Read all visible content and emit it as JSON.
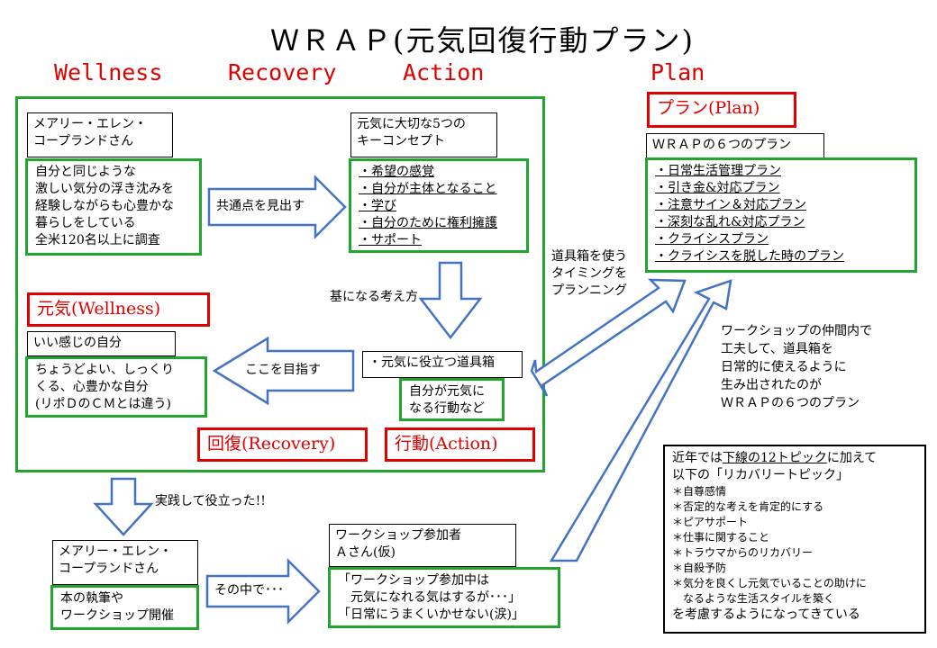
{
  "title": "ＷＲＡＰ(元気回復行動プラン)",
  "headers": {
    "wellness": "Wellness",
    "recovery": "Recovery",
    "action": "Action",
    "plan": "Plan"
  },
  "mary": {
    "name_lines": [
      "メアリー・エレン・",
      "コープランドさん"
    ]
  },
  "survey": {
    "lines": [
      "自分と同じような",
      "激しい気分の浮き沈みを",
      "経験しながらも心豊かな",
      "暮らしをしている",
      "全米120名以上に調査"
    ]
  },
  "arrow_common": "共通点を見出す",
  "concepts": {
    "header_lines": [
      "元気に大切な5つの",
      "キーコンセプト"
    ],
    "items": [
      "・希望の感覚",
      "・自分が主体となること",
      "・学び",
      "・自分のために権利擁護",
      "・サポート"
    ]
  },
  "basis_label": "基になる考え方",
  "wellness_box": {
    "label": "元気(Wellness)",
    "header": "いい感じの自分",
    "lines": [
      "ちょうどよい、しっくり",
      "くる、心豊かな自分",
      "(リポＤのＣＭとは違う)"
    ]
  },
  "aim_label": "ここを目指す",
  "toolbox": {
    "label": "・元気に役立つ道具箱",
    "lines": [
      "自分が元気に",
      "なる行動など"
    ]
  },
  "recovery_label": "回復(Recovery)",
  "action_label": "行動(Action)",
  "plan_label": "プラン(Plan)",
  "plans": {
    "header": "ＷＲＡＰの６つのプラン",
    "items": [
      "・日常生活管理プラン",
      "・引き金&対応プラン",
      "・注意サイン＆対応プラン",
      "・深刻な乱れ&対応プラン",
      "・クライシスプラン",
      "・クライシスを脱した時のプラン"
    ]
  },
  "timing_note": [
    "道具箱を使う",
    "タイミングを",
    "プランニング"
  ],
  "workshop_note": [
    "ワークショップの仲間内で",
    "工夫して、道具箱を",
    "日常的に使えるように",
    "生み出されたのが",
    "ＷＲＡＰの６つのプラン"
  ],
  "practice_label": "実践して役立った!!",
  "mary_bottom": {
    "name_lines": [
      "メアリー・エレン・",
      "コープランドさん"
    ],
    "lines": [
      "本の執筆や",
      "ワークショップ開催"
    ]
  },
  "among_label": "その中で･･･",
  "participant": {
    "header_lines": [
      "ワークショップ参加者",
      "Ａさん(仮)"
    ],
    "lines": [
      "「ワークショップ参加中は",
      "　元気になれる気はするが･･･」",
      "「日常にうまくいかせない(涙)」"
    ]
  },
  "recent": {
    "intro_pre": "近年では",
    "intro_u": "下線の12トピック",
    "intro_post": "に加えて",
    "intro2": "以下の「リカバリートピック」",
    "items": [
      "＊自尊感情",
      "＊否定的な考えを肯定的にする",
      "＊ピアサポート",
      "＊仕事に関すること",
      "＊トラウマからのリカバリー",
      "＊自殺予防",
      "＊気分を良くし元気でいることの助けに",
      "　なるような生活スタイルを築く"
    ],
    "outro": "を考慮するようになってきている"
  },
  "colors": {
    "green": "#22a52e",
    "red": "#e00000",
    "arrow_blue": "#4472c4"
  }
}
